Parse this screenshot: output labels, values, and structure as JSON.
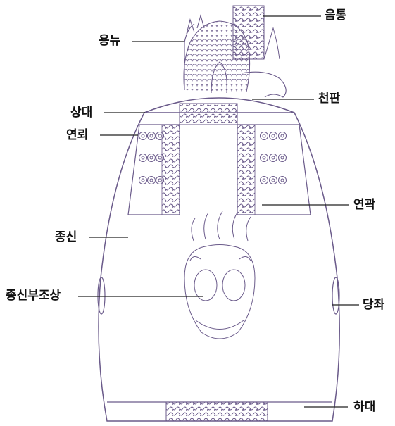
{
  "diagram": {
    "labels": {
      "eumtong": "음통",
      "yongnyu": "용뉴",
      "cheonpan": "천판",
      "sangdae": "상대",
      "yeonroe": "연뢰",
      "yeongwak": "연곽",
      "jongsin": "종신",
      "jongsin_bujosang": "종신부조상",
      "dangjwa": "당좌",
      "hadae": "하대"
    },
    "colors": {
      "outline": "#6a5a8a",
      "pattern": "#7a6a98",
      "leader": "#222222",
      "text": "#111111",
      "background": "#ffffff"
    }
  }
}
